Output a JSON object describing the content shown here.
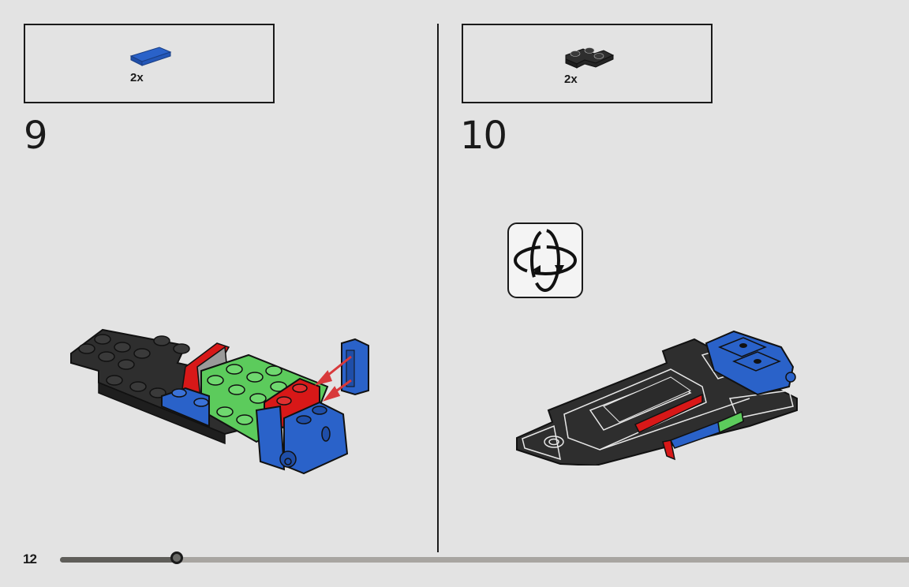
{
  "page": {
    "number": "12",
    "progress_percent": 13,
    "colors": {
      "background": "#e3e3e3",
      "ink": "#1a1a1a",
      "brick_blue": "#2a62c9",
      "brick_black": "#2e2e2e",
      "brick_green": "#5ccb5c",
      "brick_red": "#d81818",
      "brick_gray": "#9a9a9a",
      "arrow_red": "#d8393b",
      "progress_fill": "#5f5e5a",
      "progress_track": "#a8a5a1"
    }
  },
  "steps": [
    {
      "number": "9",
      "parts": [
        {
          "name": "blue-tile-1x2",
          "color": "#2a62c9",
          "quantity": "2x"
        }
      ],
      "illustration": "blue-black-green-red-chassis-assembly-with-blue-tiles-added",
      "indicators": [
        "red-placement-arrows"
      ]
    },
    {
      "number": "10",
      "parts": [
        {
          "name": "black-corner-plate-2x2",
          "color": "#2e2e2e",
          "quantity": "2x"
        }
      ],
      "illustration": "chassis-flipped-underside-view",
      "indicators": [
        "rotate-model-icon"
      ]
    }
  ]
}
